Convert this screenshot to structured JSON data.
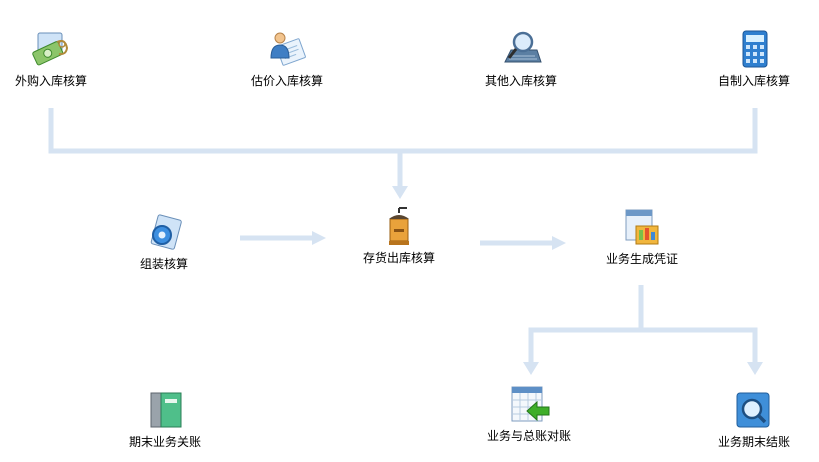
{
  "colors": {
    "connector": "#d6e3f2"
  },
  "nodes": {
    "outsourced_inbound": {
      "label": "外购入库核算",
      "icon": "money-bills-icon"
    },
    "estimated_inbound": {
      "label": "估价入库核算",
      "icon": "user-document-icon"
    },
    "other_inbound": {
      "label": "其他入库核算",
      "icon": "magnifier-keyboard-icon"
    },
    "self_made_inbound": {
      "label": "自制入库核算",
      "icon": "calculator-icon"
    },
    "assembly": {
      "label": "组装核算",
      "icon": "gear-document-icon"
    },
    "inventory_outbound": {
      "label": "存货出库核算",
      "icon": "coffee-grinder-icon"
    },
    "generate_voucher": {
      "label": "业务生成凭证",
      "icon": "voucher-box-icon"
    },
    "period_close": {
      "label": "期末业务关账",
      "icon": "ledger-books-icon"
    },
    "reconcile_gl": {
      "label": "业务与总账对账",
      "icon": "calendar-arrow-icon"
    },
    "period_settle": {
      "label": "业务期末结账",
      "icon": "search-icon"
    }
  }
}
